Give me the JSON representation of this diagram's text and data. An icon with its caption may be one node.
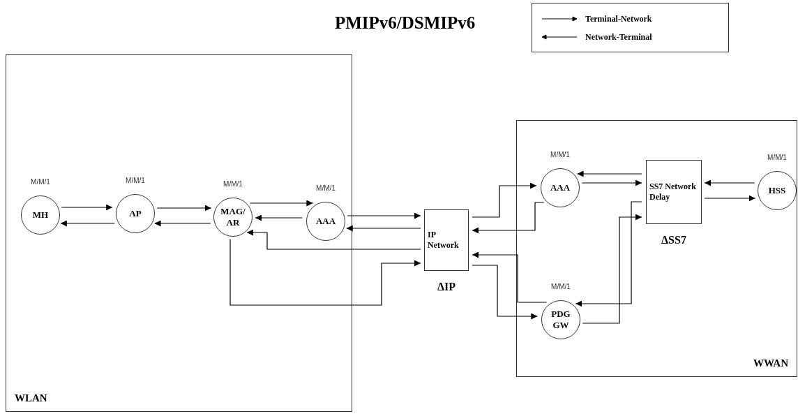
{
  "diagram": {
    "title": "PMIPv6/DSMIPv6",
    "nodes": [
      {
        "text": [
          "WLAN"
        ]
      },
      {
        "text": [
          "WWAN"
        ]
      },
      {
        "text": [
          "MH"
        ],
        "in": 0,
        "beside": [
          "M/M/1"
        ]
      },
      {
        "text": [
          "AP"
        ],
        "in": 0,
        "beside": [
          "M/M/1"
        ]
      },
      {
        "text": [
          "MAG/ AR"
        ],
        "in": 0,
        "beside": [
          "M/M/1"
        ]
      },
      {
        "text": [
          "AAA"
        ],
        "in": 0,
        "beside": [
          "M/M/1"
        ]
      },
      {
        "text": [
          "IP Network"
        ],
        "beside": [
          "ΔIP"
        ]
      },
      {
        "text": [
          "AAA"
        ],
        "in": 1,
        "beside": [
          "M/M/1"
        ]
      },
      {
        "text": [
          "PDG GW"
        ],
        "in": 1,
        "beside": [
          "M/M/1"
        ]
      },
      {
        "text": [
          "SS7 Network Delay"
        ],
        "in": 1,
        "beside": [
          "ΔSS7"
        ]
      },
      {
        "text": [
          "HSS"
        ],
        "in": 1,
        "beside": [
          "M/M/1"
        ]
      }
    ],
    "edges": [
      {
        "from": 2,
        "to": 3,
        "arrow": "to"
      },
      {
        "from": 3,
        "to": 2,
        "arrow": "to"
      },
      {
        "from": 3,
        "to": 4,
        "arrow": "to"
      },
      {
        "from": 4,
        "to": 3,
        "arrow": "to"
      },
      {
        "from": 4,
        "to": 5,
        "arrow": "to"
      },
      {
        "from": 5,
        "to": 4,
        "arrow": "to"
      },
      {
        "from": 5,
        "to": 6,
        "arrow": "to"
      },
      {
        "from": 6,
        "to": 5,
        "arrow": "to"
      },
      {
        "from": 6,
        "to": 4,
        "arrow": "to"
      },
      {
        "from": 4,
        "to": 6,
        "arrow": "to"
      },
      {
        "from": 6,
        "to": 7,
        "arrow": "to"
      },
      {
        "from": 7,
        "to": 6,
        "arrow": "to"
      },
      {
        "from": 6,
        "to": 8,
        "arrow": "to"
      },
      {
        "from": 8,
        "to": 6,
        "arrow": "to"
      },
      {
        "from": 7,
        "to": 9,
        "arrow": "to"
      },
      {
        "from": 9,
        "to": 7,
        "arrow": "to"
      },
      {
        "from": 9,
        "to": 8,
        "arrow": "to"
      },
      {
        "from": 8,
        "to": 9,
        "arrow": "to"
      },
      {
        "from": 10,
        "to": 9,
        "arrow": "to"
      },
      {
        "from": 9,
        "to": 10,
        "arrow": "to"
      }
    ],
    "legend": [
      {
        "text": "Terminal-Network"
      },
      {
        "text": "Network-Terminal"
      }
    ]
  }
}
